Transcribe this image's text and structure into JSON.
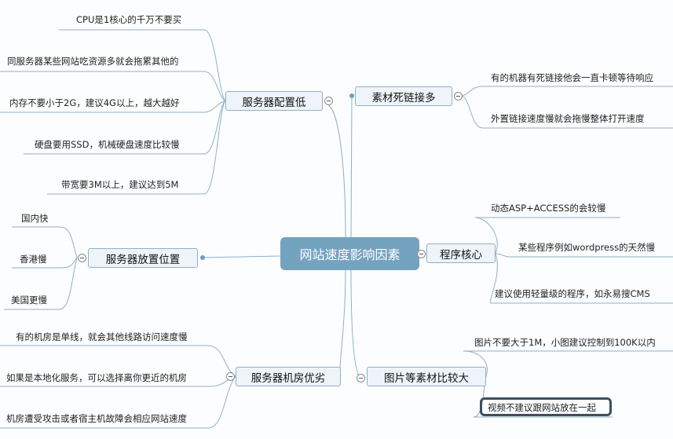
{
  "center": "网站速度影响因素",
  "branches": {
    "server_config": {
      "label": "服务器配置低",
      "leaves": [
        "CPU是1核心的千万不要买",
        "同服务器某些网站吃资源多就会拖累其他的",
        "内存不要小于2G，建议4G以上，越大越好",
        "硬盘要用SSD，机械硬盘速度比较慢",
        "带宽要3M以上，建议达到5M"
      ]
    },
    "dead_links": {
      "label": "素材死链接多",
      "leaves": [
        "有的机器有死链接他会一直卡顿等待响应",
        "外置链接速度慢就会拖慢整体打开速度"
      ]
    },
    "program": {
      "label": "程序核心",
      "leaves": [
        "动态ASP+ACCESS的会较慢",
        "某些程序例如wordpress的天然慢",
        "建议使用轻量级的程序，如永易搜CMS"
      ]
    },
    "location": {
      "label": "服务器放置位置",
      "leaves": [
        "国内快",
        "香港慢",
        "美国更慢"
      ]
    },
    "datacenter": {
      "label": "服务器机房优劣",
      "leaves": [
        "有的机房是单线，就会其他线路访问速度慢",
        "如果是本地化服务，可以选择离你更近的机房",
        "机房遭受攻击或者宿主机故障会相应网站速度"
      ]
    },
    "media": {
      "label": "图片等素材比较大",
      "leaves": [
        "图片不要大于1M，小图建议控制到100K以内",
        "视频不建议跟网站放在一起"
      ]
    }
  },
  "colors": {
    "center": "#74a3c0",
    "line": "#8fb0c8",
    "selected_border": "#3e4f5e"
  }
}
